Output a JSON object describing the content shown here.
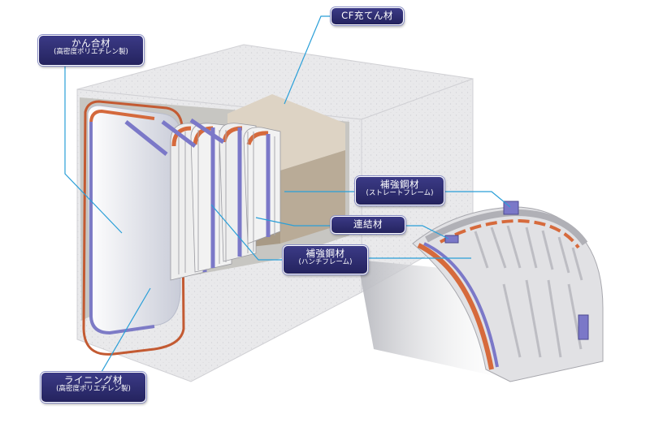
{
  "labels": {
    "cf_fill": {
      "main": "CF充てん材"
    },
    "can_joint": {
      "main": "かん合材",
      "sub": "(高密度ポリエチレン製)"
    },
    "steel_straight": {
      "main": "補強鋼材",
      "sub": "(ストレートフレーム)"
    },
    "connector": {
      "main": "連結材"
    },
    "steel_haunch": {
      "main": "補強鋼材",
      "sub": "(ハンチフレーム)"
    },
    "lining": {
      "main": "ライニング材",
      "sub": "(高密度ポリエチレン製)"
    }
  },
  "colors": {
    "callout_fill": "#2e2d72",
    "leader_line": "#2a9fd8",
    "concrete": "#e9e9eb",
    "lining": "#d3d7e4",
    "rib": "#f2f2f2",
    "steel": "#7b78c8",
    "copper": "#d66a3c"
  }
}
